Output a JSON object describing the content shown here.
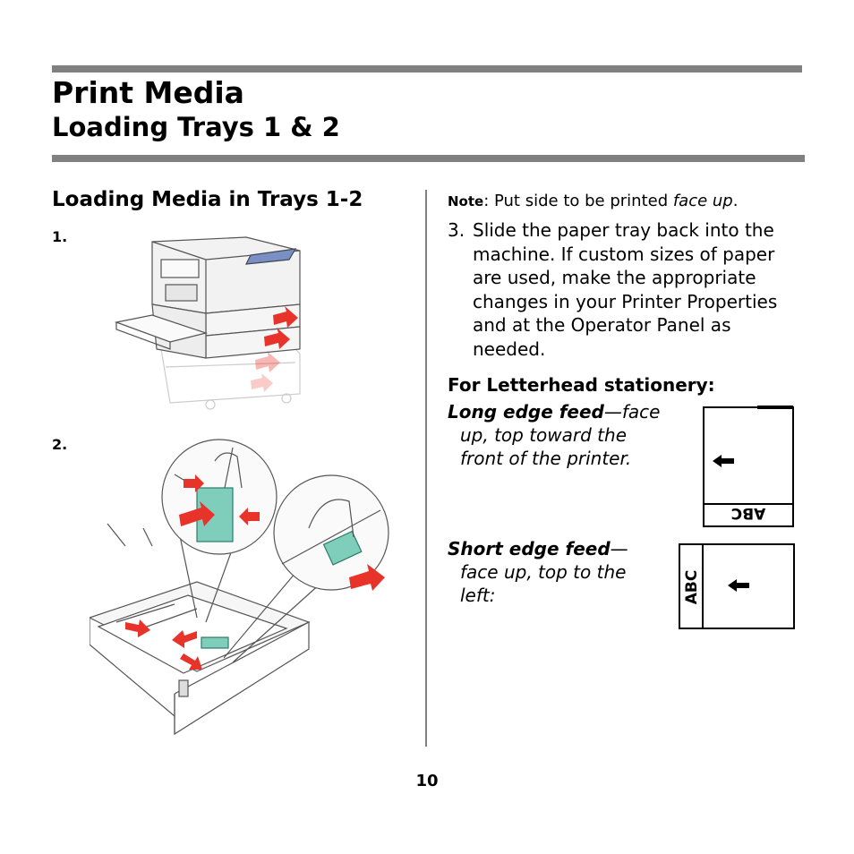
{
  "header": {
    "title": "Print Media",
    "subtitle": "Loading Trays 1 & 2"
  },
  "left": {
    "heading": "Loading Media in Trays 1-2",
    "step1_label": "1.",
    "step2_label": "2."
  },
  "right": {
    "note_label": "Note",
    "note_text": ": Put side to be printed ",
    "note_emph": "face up",
    "note_end": ".",
    "step3_num": "3.",
    "step3_text": "Slide the paper tray back into the machine. If custom sizes of paper are used, make the appropriate changes in your Printer Properties and at the Operator Panel as needed.",
    "letterhead_heading": "For Letterhead stationery:",
    "long_edge_lead": "Long edge feed",
    "long_edge_rest": "—face",
    "long_edge_line2": "up, top toward the",
    "long_edge_line3": "front of the printer.",
    "short_edge_lead": "Short edge feed",
    "short_edge_rest": "—",
    "short_edge_line2": "face up, top to the",
    "short_edge_line3": "left:",
    "diagram_text_long": "ABC",
    "diagram_text_short": "ABC"
  },
  "footer": {
    "page_number": "10"
  },
  "colors": {
    "rule": "#808080",
    "arrow": "#e8332b",
    "lever": "#7fcdbb"
  }
}
